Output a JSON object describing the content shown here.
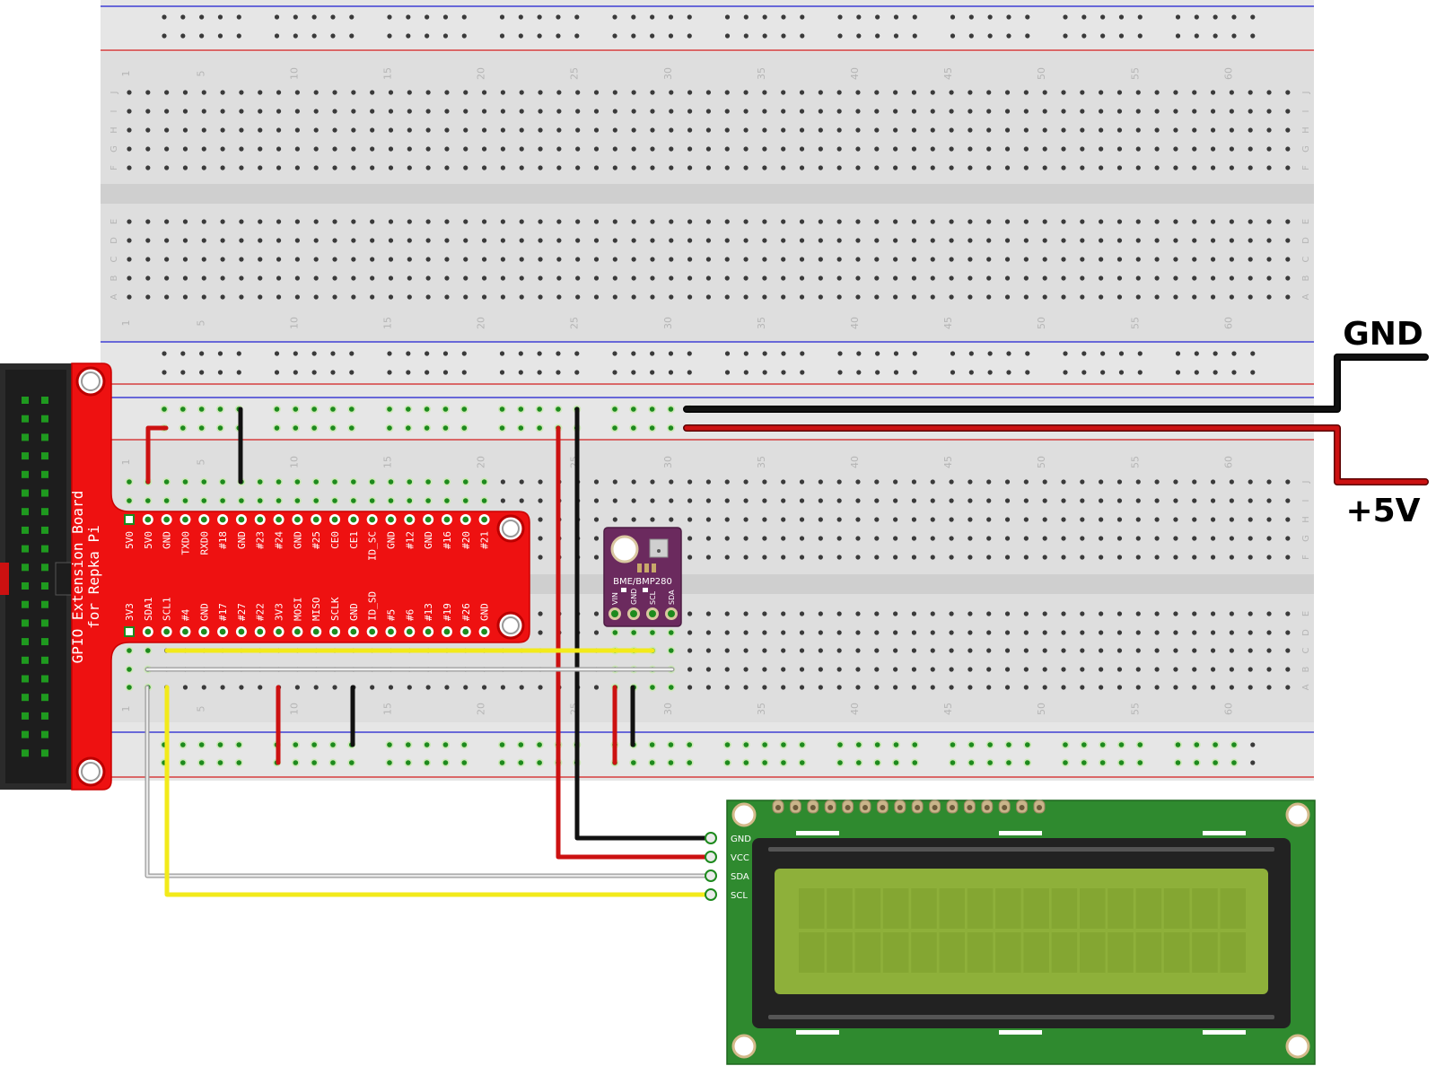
{
  "breadboard": {
    "col_numbers": [
      "1",
      "5",
      "10",
      "15",
      "20",
      "25",
      "30",
      "35",
      "40",
      "45",
      "50",
      "55",
      "60"
    ],
    "row_letters_top": [
      "J",
      "I",
      "H",
      "G",
      "F"
    ],
    "row_letters_bottom": [
      "E",
      "D",
      "C",
      "B",
      "A"
    ]
  },
  "gpio_board": {
    "title_line1": "GPIO Extension Board",
    "title_line2": "for Repka Pi",
    "top_row_pins": [
      "5V0",
      "5V0",
      "GND",
      "TXD0",
      "RXD0",
      "#18",
      "GND",
      "#23",
      "#24",
      "GND",
      "#25",
      "CE0",
      "CE1",
      "ID_SC",
      "GND",
      "#12",
      "GND",
      "#16",
      "#20",
      "#21"
    ],
    "bottom_row_pins": [
      "3V3",
      "SDA1",
      "SCL1",
      "#4",
      "GND",
      "#17",
      "#27",
      "#22",
      "3V3",
      "MOSI",
      "MISO",
      "SCLK",
      "GND",
      "ID_SD",
      "#5",
      "#6",
      "#13",
      "#19",
      "#26",
      "GND"
    ]
  },
  "sensor": {
    "name": "BME/BMP280",
    "pins": [
      "VIN",
      "GND",
      "SCL",
      "SDA"
    ]
  },
  "lcd": {
    "pins": [
      "GND",
      "VCC",
      "SDA",
      "SCL"
    ]
  },
  "power": {
    "gnd_label": "GND",
    "vcc_label": "+5V"
  },
  "colors": {
    "breadboard": "#dcdcdc",
    "gpio_red": "#ee1111",
    "sensor_purple": "#6b2a5e",
    "lcd_green": "#2f8a2f",
    "lcd_screen": "#8eb03a",
    "wire_red": "#cc1111",
    "wire_black": "#111111",
    "wire_yellow": "#f2ea1a",
    "wire_white": "#cfcfcf"
  }
}
